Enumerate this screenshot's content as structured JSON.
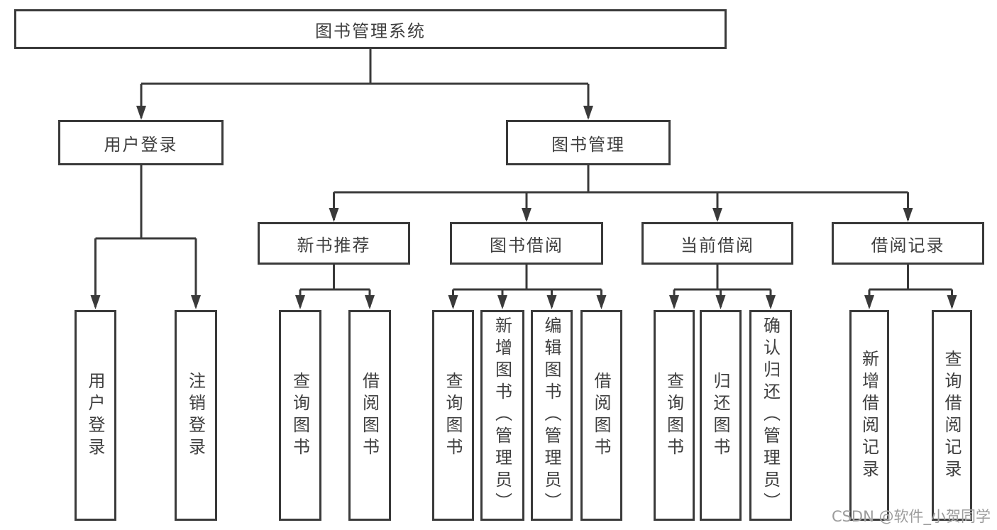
{
  "diagram": {
    "tree": {
      "label": "图书管理系统",
      "children": [
        {
          "label": "用户登录",
          "children": [
            {
              "label": "用户登录"
            },
            {
              "label": "注销登录"
            }
          ]
        },
        {
          "label": "图书管理",
          "children": [
            {
              "label": "新书推荐",
              "children": [
                {
                  "label": "查询图书"
                },
                {
                  "label": "借阅图书"
                }
              ]
            },
            {
              "label": "图书借阅",
              "children": [
                {
                  "label": "查询图书"
                },
                {
                  "label": "新增图书（管理员）"
                },
                {
                  "label": "编辑图书（管理员）"
                },
                {
                  "label": "借阅图书"
                }
              ]
            },
            {
              "label": "当前借阅",
              "children": [
                {
                  "label": "查询图书"
                },
                {
                  "label": "归还图书"
                },
                {
                  "label": "确认归还（管理员）"
                }
              ]
            },
            {
              "label": "借阅记录",
              "children": [
                {
                  "label": "新增借阅记录"
                },
                {
                  "label": "查询借阅记录"
                }
              ]
            }
          ]
        }
      ]
    },
    "colors": {
      "line": "#3a3a3a",
      "text": "#3f3f3f",
      "background": "#ffffff",
      "watermark": "#9c9c9c"
    }
  },
  "watermark": {
    "text": "CSDN @软件_小贺同学"
  }
}
